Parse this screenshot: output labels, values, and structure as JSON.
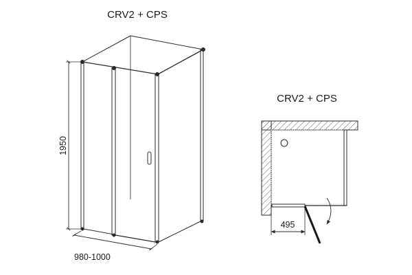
{
  "perspective_view": {
    "title": "CRV2 + CPS",
    "height_dimension": "1950",
    "width_dimension": "980-1000"
  },
  "plan_view": {
    "title": "CRV2 + CPS",
    "door_dimension": "495"
  }
}
